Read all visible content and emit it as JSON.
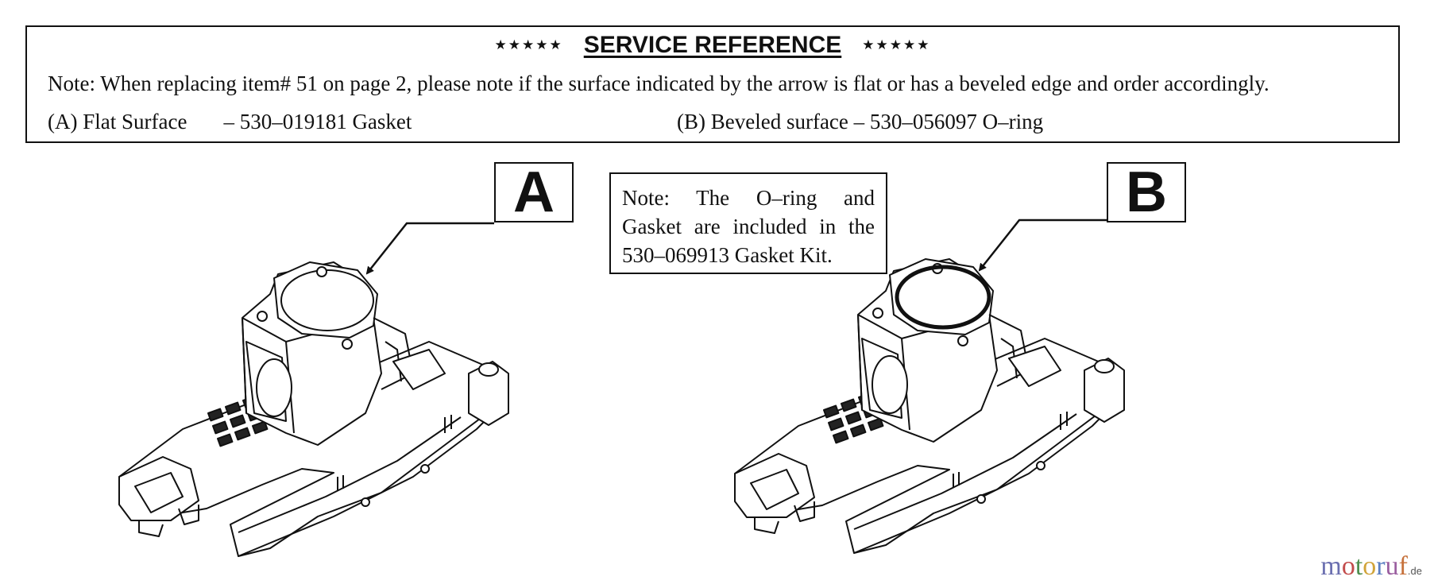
{
  "header": {
    "stars": "★★★★★",
    "title": "SERVICE REFERENCE",
    "note": "Note: When replacing item# 51 on page 2, please note if the surface indicated by the arrow is flat or has a beveled edge and order accordingly.",
    "option_a_label": "(A) Flat Surface",
    "option_a_code": "– 530–019181 Gasket",
    "option_b": "(B) Beveled surface – 530–056097  O–ring"
  },
  "labels": {
    "a": "A",
    "b": "B"
  },
  "kit_note": "Note: The O–ring and Gasket are included in the 530–069913 Gasket Kit.",
  "watermark": {
    "letters": [
      "m",
      "o",
      "t",
      "o",
      "r",
      "u",
      "f"
    ],
    "letter_colors": [
      "#6b6fb0",
      "#c24b4b",
      "#4f8f4f",
      "#d1a43a",
      "#5b7fc2",
      "#9b5fa0",
      "#c6703a"
    ],
    "suffix": ".de"
  },
  "colors": {
    "line": "#111111",
    "background": "#ffffff"
  }
}
